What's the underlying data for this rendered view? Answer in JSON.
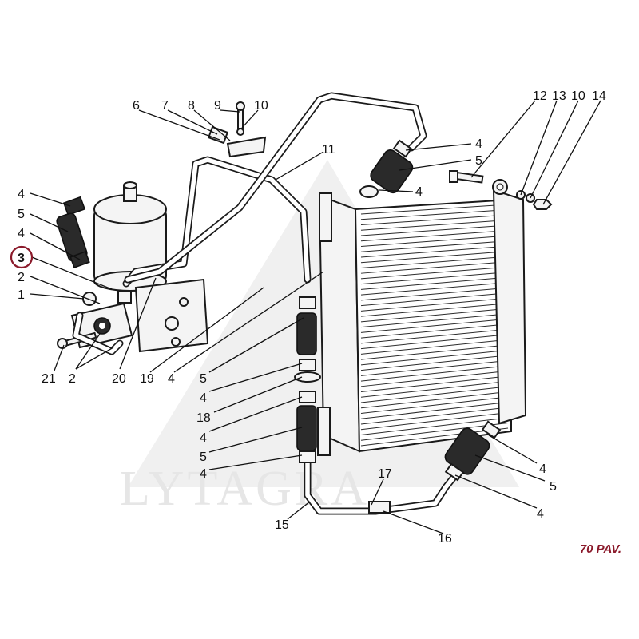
{
  "page_code": "70 PAV.",
  "watermark": "LYTAGRA",
  "colors": {
    "highlight_ring": "#8b1a2b",
    "page_code": "#8b1a2b",
    "ink": "#111111",
    "watermark": "#e6e6e6"
  },
  "highlighted_callout": "3",
  "callouts": [
    {
      "id": "c-6",
      "label": "6"
    },
    {
      "id": "c-7",
      "label": "7"
    },
    {
      "id": "c-8",
      "label": "8"
    },
    {
      "id": "c-9",
      "label": "9"
    },
    {
      "id": "c-10a",
      "label": "10"
    },
    {
      "id": "c-11",
      "label": "11"
    },
    {
      "id": "c-12",
      "label": "12"
    },
    {
      "id": "c-13",
      "label": "13"
    },
    {
      "id": "c-10b",
      "label": "10"
    },
    {
      "id": "c-14",
      "label": "14"
    },
    {
      "id": "c-4a",
      "label": "4"
    },
    {
      "id": "c-5a",
      "label": "5"
    },
    {
      "id": "c-4b",
      "label": "4"
    },
    {
      "id": "c-3",
      "label": "3"
    },
    {
      "id": "c-2a",
      "label": "2"
    },
    {
      "id": "c-1",
      "label": "1"
    },
    {
      "id": "c-21",
      "label": "21"
    },
    {
      "id": "c-2b",
      "label": "2"
    },
    {
      "id": "c-20",
      "label": "20"
    },
    {
      "id": "c-19",
      "label": "19"
    },
    {
      "id": "c-4c",
      "label": "4"
    },
    {
      "id": "c-5b",
      "label": "5"
    },
    {
      "id": "c-4d",
      "label": "4"
    },
    {
      "id": "c-18",
      "label": "18"
    },
    {
      "id": "c-4e",
      "label": "4"
    },
    {
      "id": "c-5c",
      "label": "5"
    },
    {
      "id": "c-4f",
      "label": "4"
    },
    {
      "id": "c-4g",
      "label": "4"
    },
    {
      "id": "c-5d",
      "label": "5"
    },
    {
      "id": "c-4h",
      "label": "4"
    },
    {
      "id": "c-4i",
      "label": "4"
    },
    {
      "id": "c-5e",
      "label": "5"
    },
    {
      "id": "c-4j",
      "label": "4"
    },
    {
      "id": "c-17",
      "label": "17"
    },
    {
      "id": "c-15",
      "label": "15"
    },
    {
      "id": "c-16",
      "label": "16"
    }
  ]
}
